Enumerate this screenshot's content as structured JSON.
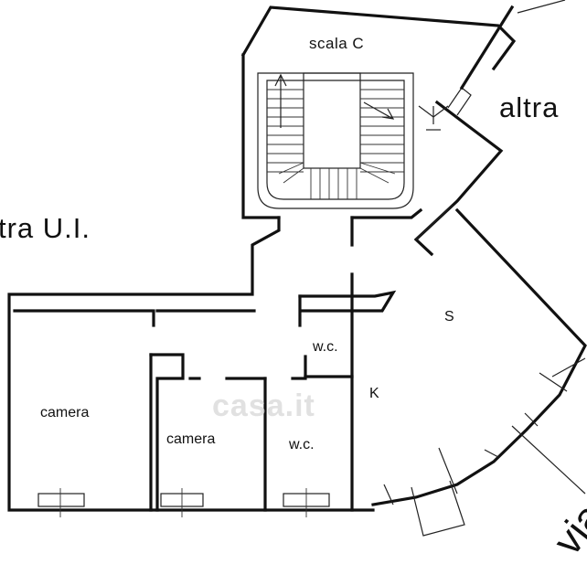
{
  "labels": {
    "stair": "scala C",
    "other_unit_right": "altra",
    "other_unit_left": "tra U.I.",
    "room_s": "S",
    "room_k": "K",
    "wc_upper": "w.c.",
    "wc_lower": "w.c.",
    "camera_left": "camera",
    "camera_mid": "camera",
    "street": "via"
  },
  "watermark": "casa.it"
}
